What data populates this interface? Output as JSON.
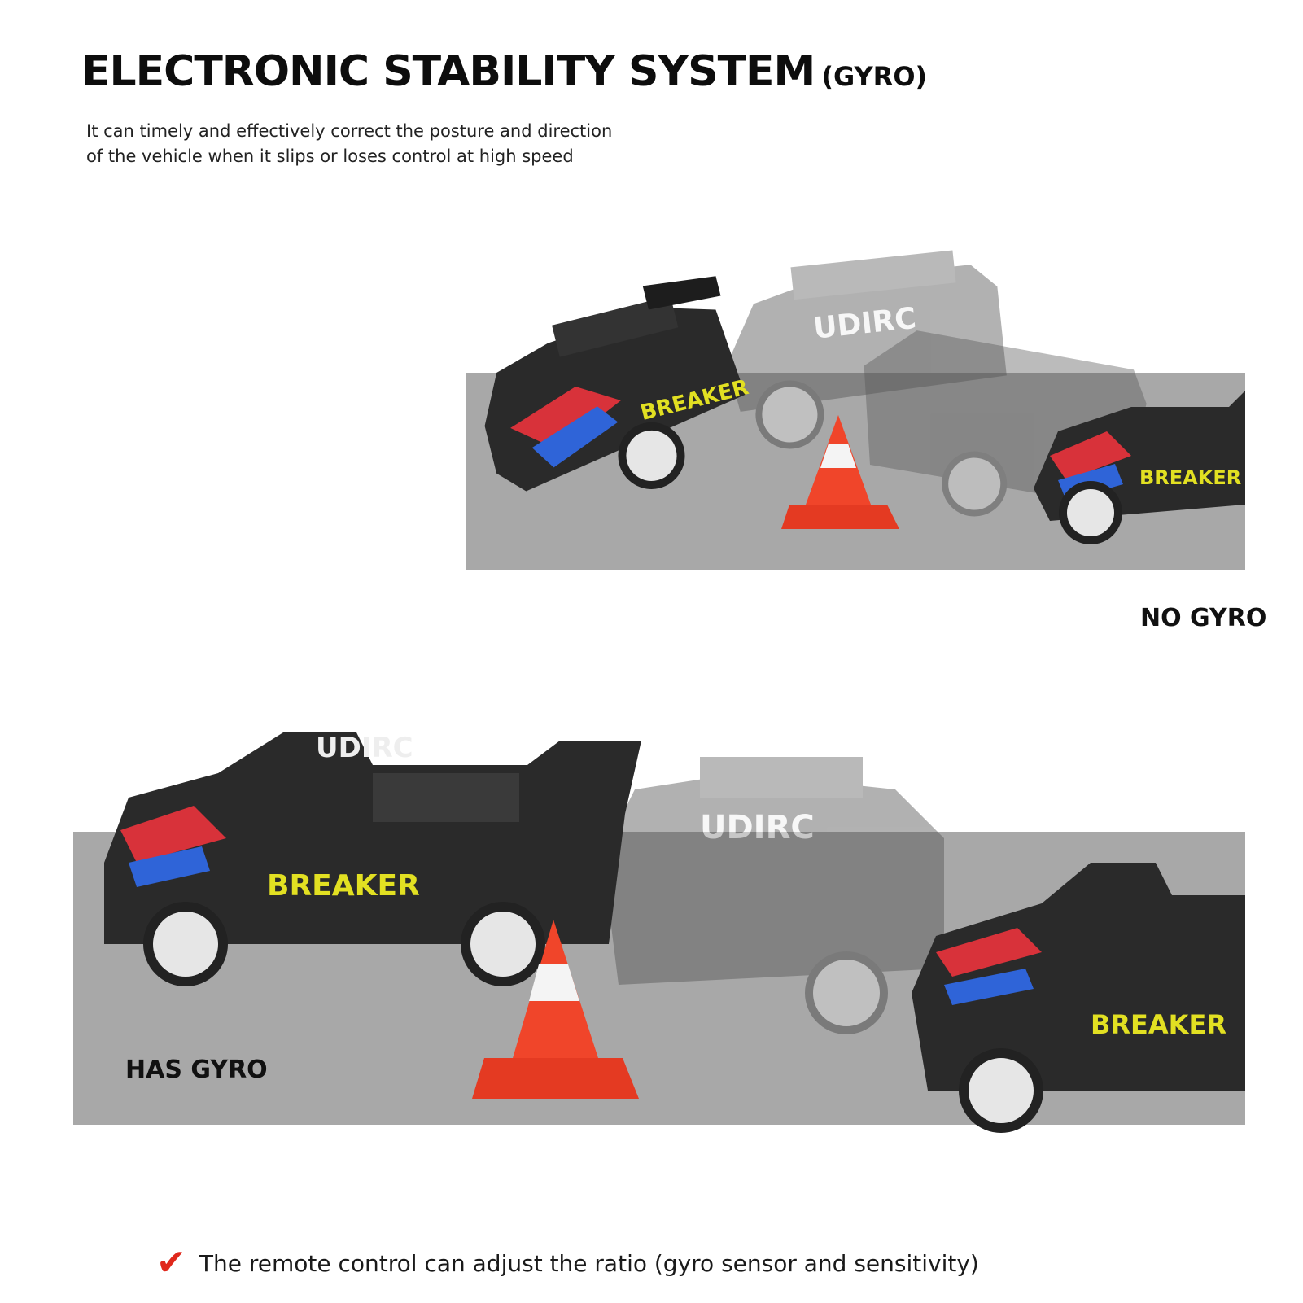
{
  "header": {
    "title": "ELECTRONIC STABILITY SYSTEM",
    "title_suffix": "(GYRO)",
    "description_line1": "It can timely and effectively correct the posture and direction",
    "description_line2": "of the vehicle when it slips or loses control at high speed"
  },
  "scenes": {
    "no_gyro_label": "NO GYRO",
    "has_gyro_label": "HAS GYRO",
    "car_brand": "UDIRC",
    "car_name": "BREAKER"
  },
  "footer": {
    "check_icon": "checkmark-icon",
    "note": "The remote control can adjust the ratio (gyro sensor and sensitivity)"
  },
  "colors": {
    "road": "#a8a8a8",
    "car_body": "#2a2a2a",
    "cone": "#f0452a",
    "check": "#e0281c"
  }
}
